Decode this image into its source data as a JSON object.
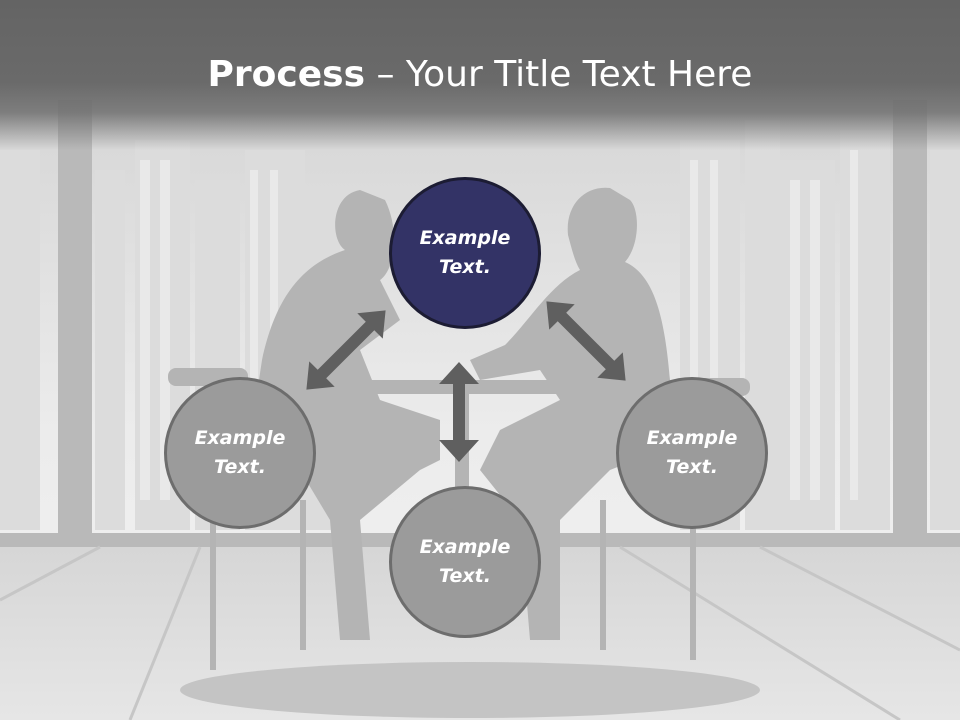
{
  "slide": {
    "title_bold": "Process",
    "title_rest": " – Your Title Text Here"
  },
  "nodes": {
    "top": {
      "label": "Example\nText.",
      "color": "#333366"
    },
    "left": {
      "label": "Example\nText.",
      "color": "#9b9b9b"
    },
    "right": {
      "label": "Example\nText.",
      "color": "#9b9b9b"
    },
    "bottom": {
      "label": "Example\nText.",
      "color": "#9b9b9b"
    }
  },
  "colors": {
    "title_bar": "#646464",
    "arrow": "#5f5f5f",
    "silhouette": "#b4b4b4",
    "background": "#e2e2e2"
  }
}
